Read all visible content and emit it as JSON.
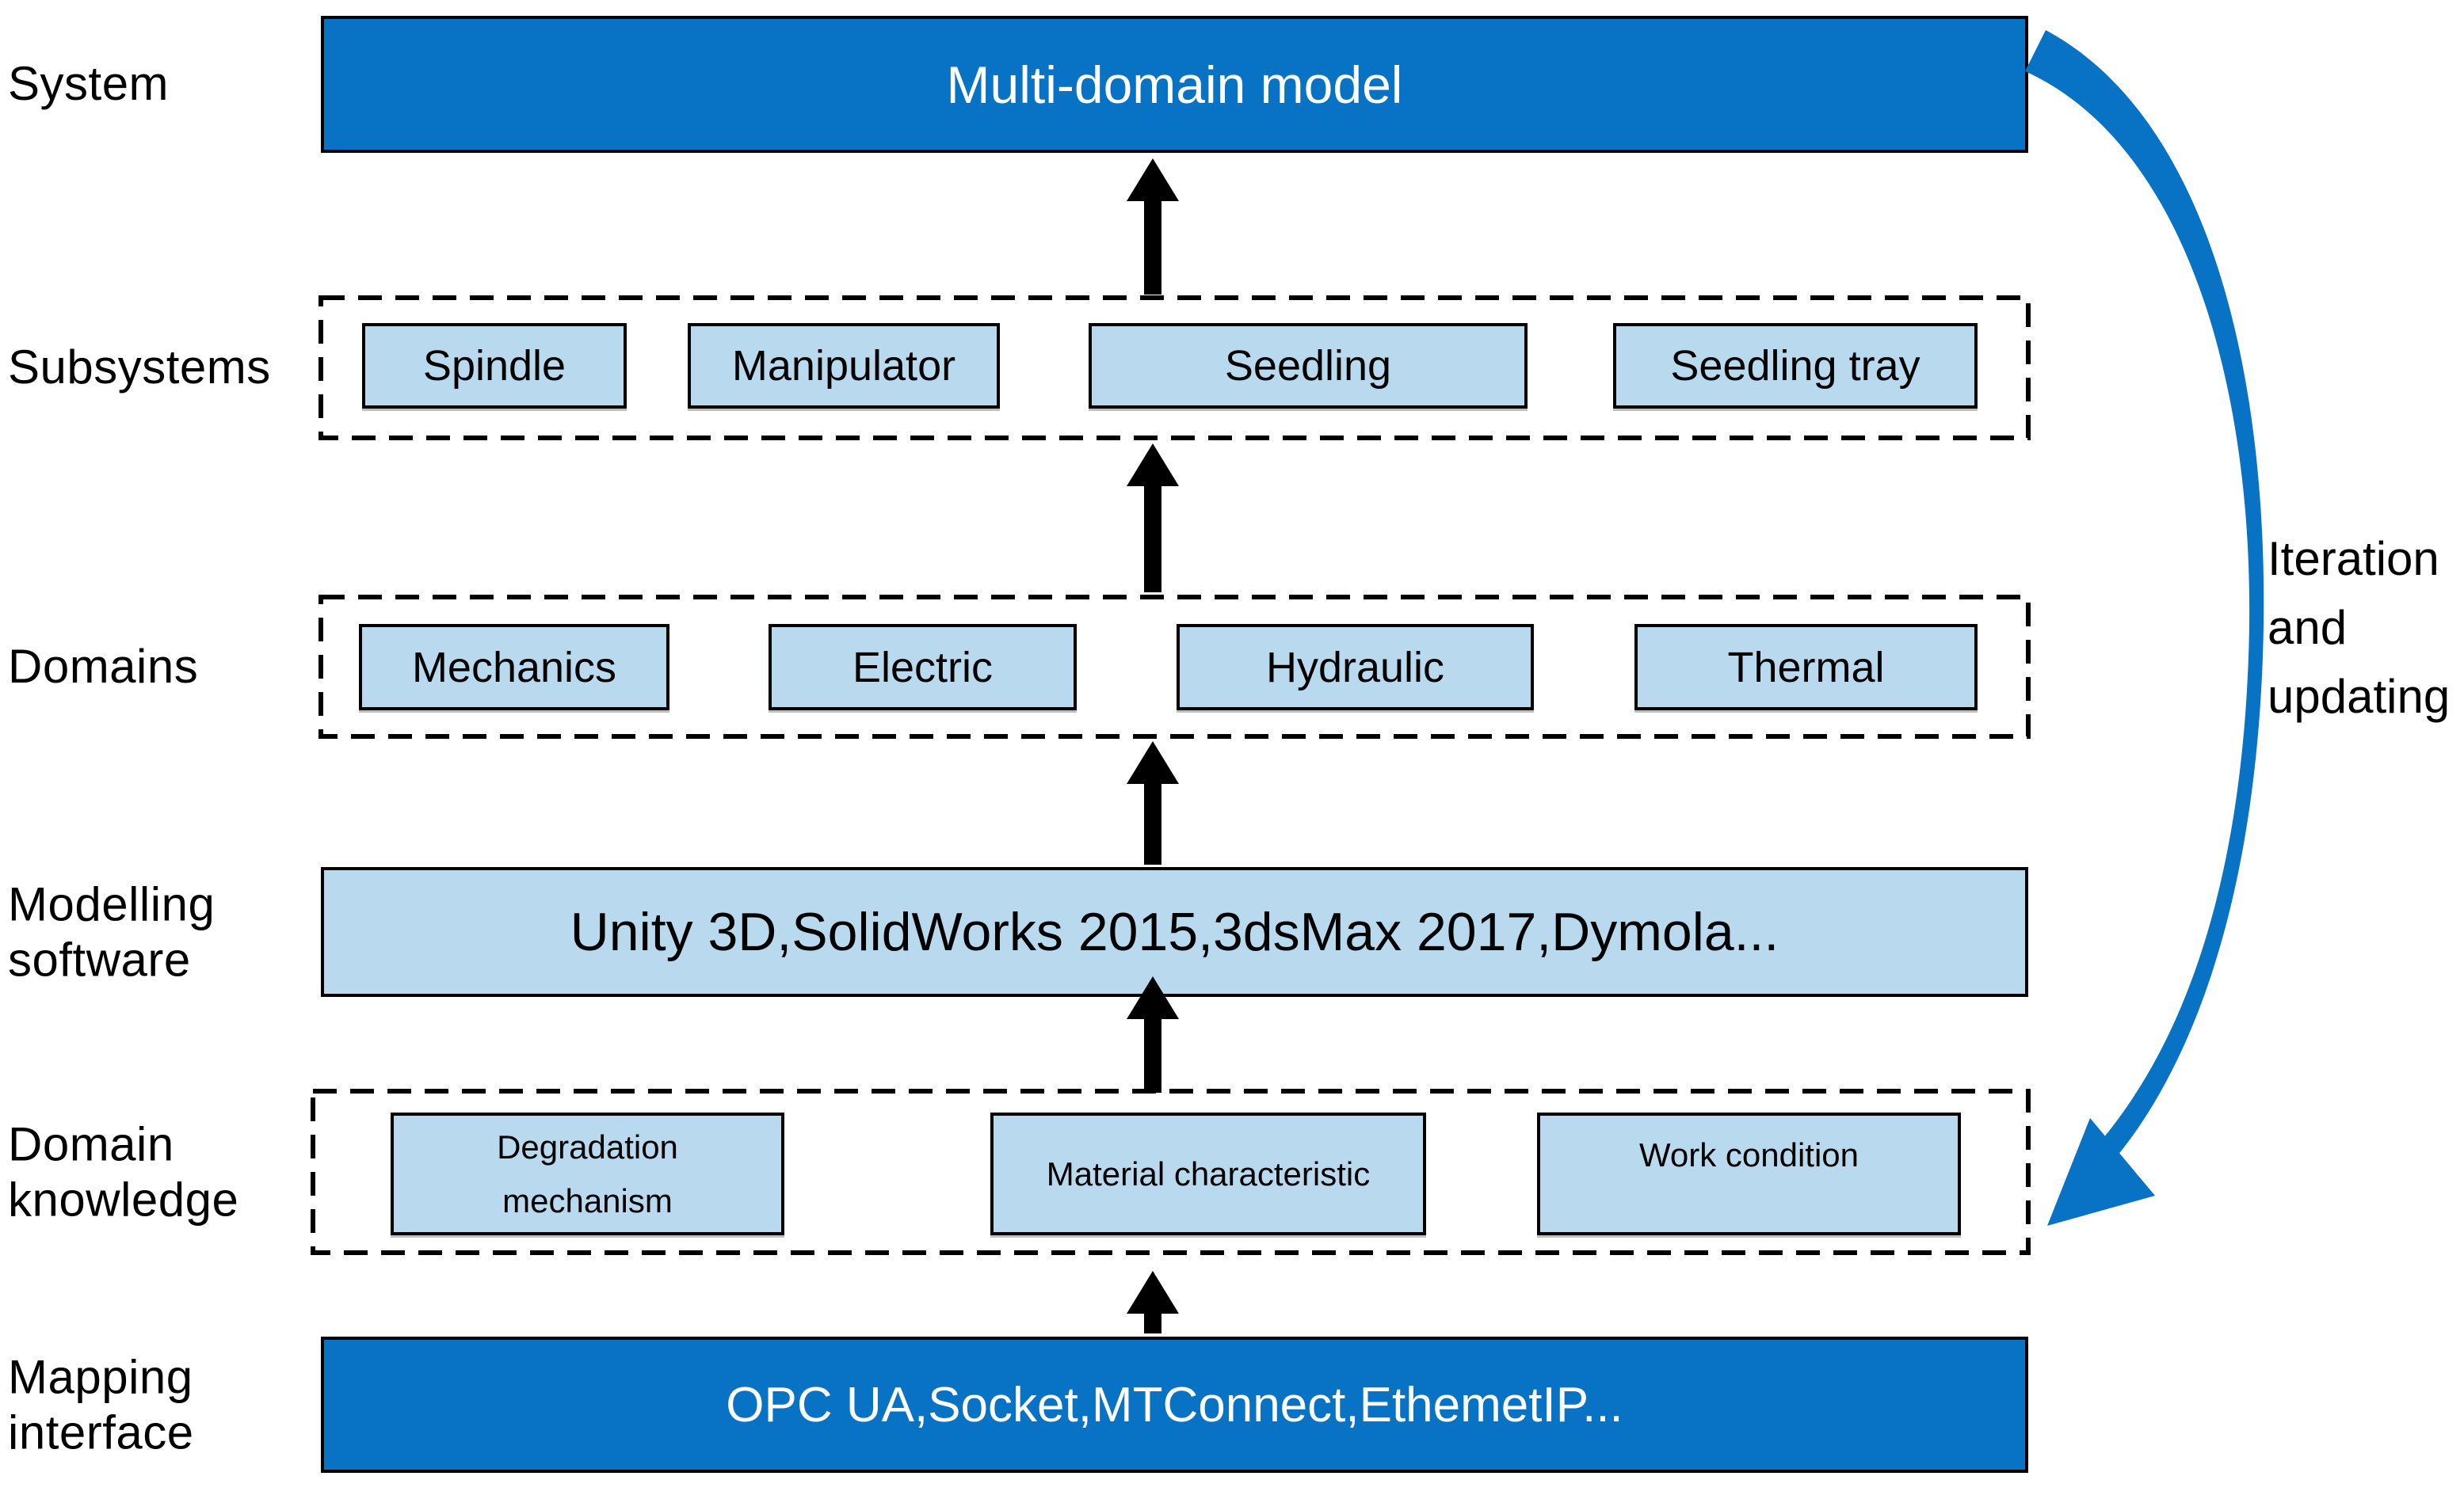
{
  "colors": {
    "dark_blue": "#0873c5",
    "light_blue": "#b8d9ee",
    "line_black": "#000000",
    "arrow_blue": "#0873c5"
  },
  "rows": [
    {
      "label": "System",
      "box": "Multi-domain model"
    },
    {
      "label": "Subsystems",
      "items": [
        "Spindle",
        "Manipulator",
        "Seedling",
        "Seedling tray"
      ]
    },
    {
      "label": "Domains",
      "items": [
        "Mechanics",
        "Electric",
        "Hydraulic",
        "Thermal"
      ]
    },
    {
      "label": "Modelling software",
      "box": "Unity 3D,SolidWorks 2015,3dsMax 2017,Dymola..."
    },
    {
      "label": "Domain knowledge",
      "items": [
        "Degradation mechanism",
        "Material characteristic",
        "Work condition"
      ]
    },
    {
      "label": "Mapping interface",
      "box": "OPC UA,Socket,MTConnect,EthemetIP..."
    }
  ],
  "annotation": {
    "text": "Iteration and updating",
    "lines": [
      "Iteration",
      "and",
      "updating"
    ]
  }
}
